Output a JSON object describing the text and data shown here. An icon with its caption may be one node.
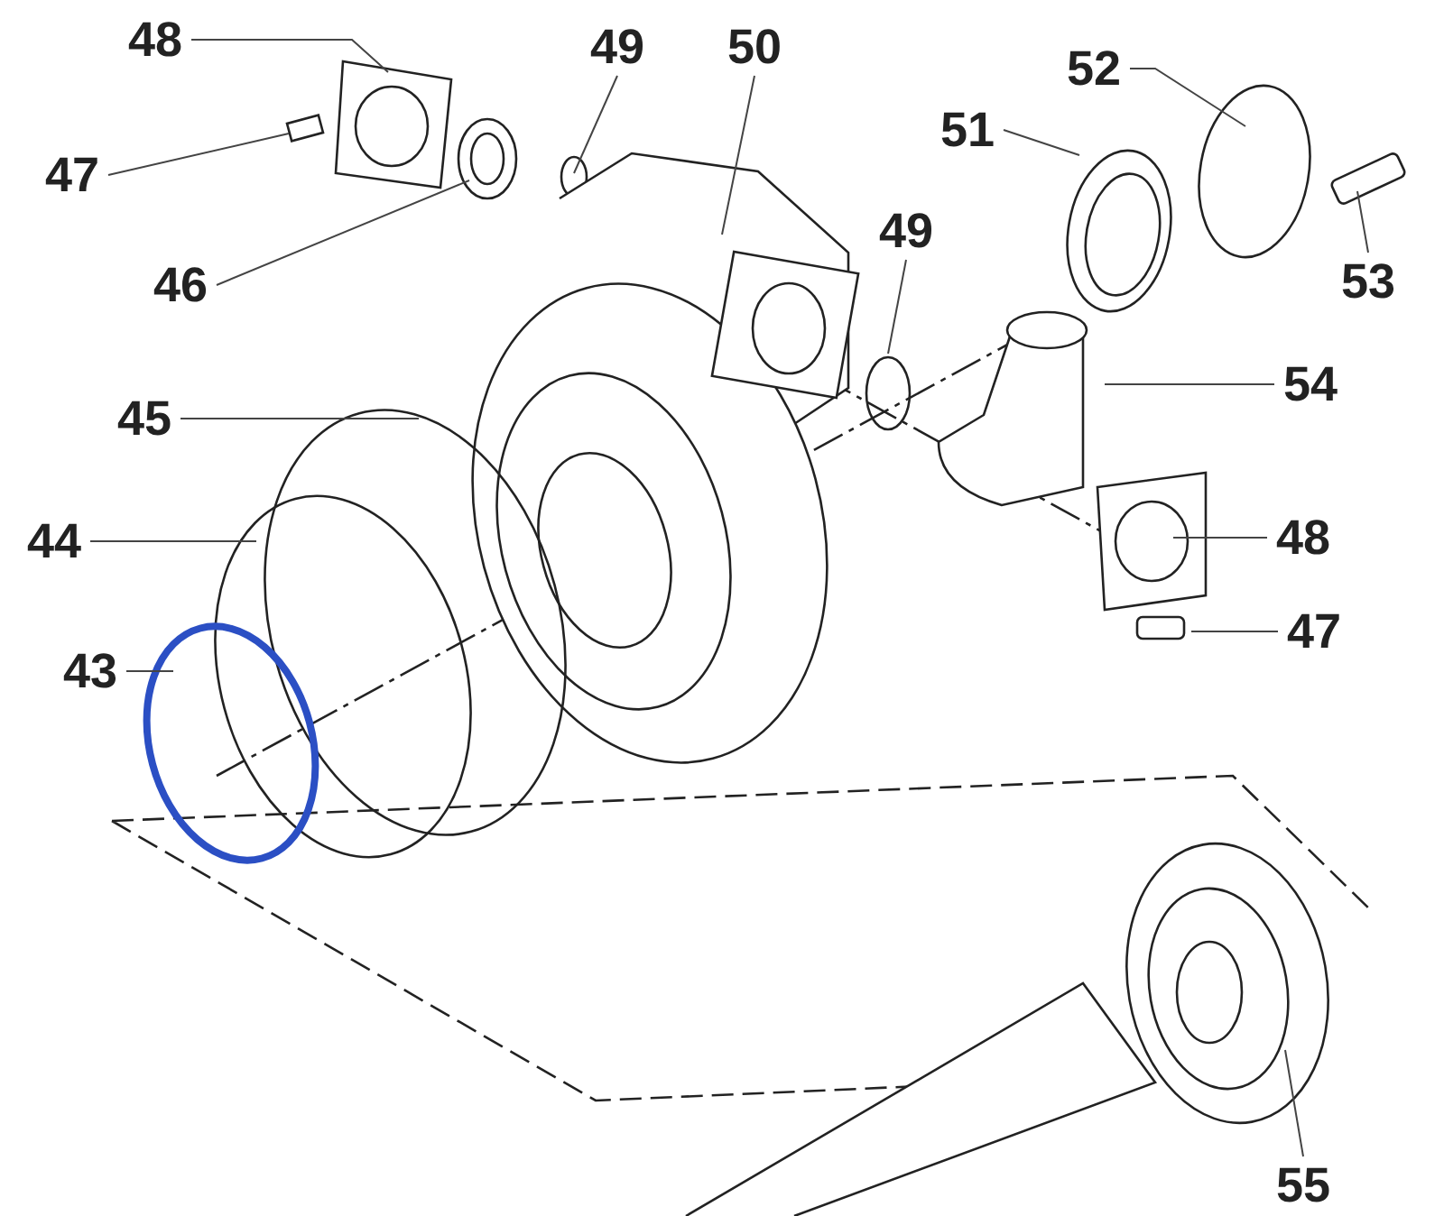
{
  "diagram": {
    "nodes": [
      {
        "text": [
          "48"
        ]
      },
      {
        "text": [
          "49"
        ]
      },
      {
        "text": [
          "50"
        ]
      },
      {
        "text": [
          "52"
        ]
      },
      {
        "text": [
          "47"
        ]
      },
      {
        "text": [
          "51"
        ]
      },
      {
        "text": [
          "46"
        ]
      },
      {
        "text": [
          "49"
        ]
      },
      {
        "text": [
          "53"
        ]
      },
      {
        "text": [
          "54"
        ]
      },
      {
        "text": [
          "45"
        ]
      },
      {
        "text": [
          "44"
        ]
      },
      {
        "text": [
          "48"
        ]
      },
      {
        "text": [
          "47"
        ]
      },
      {
        "text": [
          "43"
        ]
      },
      {
        "text": [
          "55"
        ]
      }
    ],
    "edges": [
      {
        "from": 0,
        "to": null,
        "arrow": "none"
      },
      {
        "from": 1,
        "to": null,
        "arrow": "none"
      },
      {
        "from": 2,
        "to": null,
        "arrow": "none"
      },
      {
        "from": 3,
        "to": null,
        "arrow": "none"
      },
      {
        "from": 4,
        "to": null,
        "arrow": "none"
      },
      {
        "from": 5,
        "to": null,
        "arrow": "none"
      },
      {
        "from": 6,
        "to": null,
        "arrow": "none"
      },
      {
        "from": 7,
        "to": null,
        "arrow": "none"
      },
      {
        "from": 8,
        "to": null,
        "arrow": "none"
      },
      {
        "from": 9,
        "to": null,
        "arrow": "none"
      },
      {
        "from": 10,
        "to": null,
        "arrow": "none"
      },
      {
        "from": 11,
        "to": null,
        "arrow": "none"
      },
      {
        "from": 12,
        "to": null,
        "arrow": "none"
      },
      {
        "from": 13,
        "to": null,
        "arrow": "none"
      },
      {
        "from": 14,
        "to": null,
        "arrow": "none"
      },
      {
        "from": 15,
        "to": null,
        "arrow": "none"
      }
    ]
  }
}
